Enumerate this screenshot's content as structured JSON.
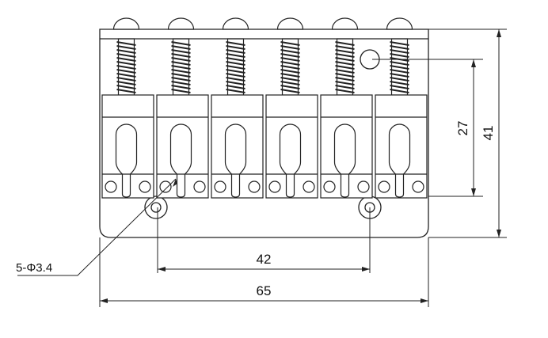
{
  "title": "Guitar bridge saddle assembly technical drawing",
  "saddle_count": 6,
  "dimensions": {
    "hole_spacing": "42",
    "overall_width": "65",
    "saddle_height": "27",
    "overall_height": "41",
    "hole_callout": "5-Φ3.4"
  },
  "colors": {
    "line": "#222222",
    "background": "#ffffff"
  }
}
